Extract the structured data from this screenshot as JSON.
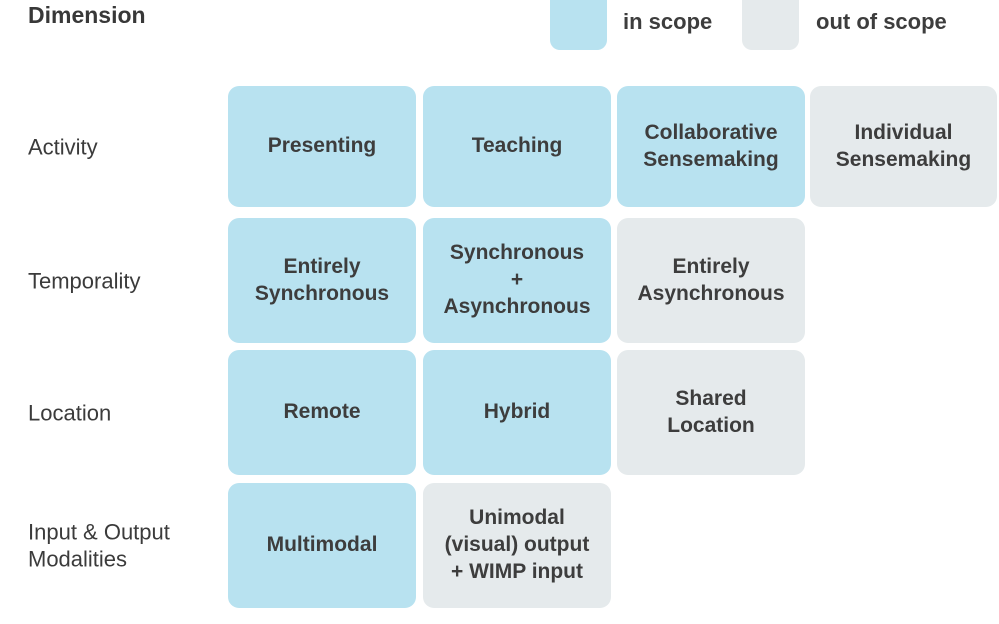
{
  "header": {
    "title": "Dimension"
  },
  "legend": {
    "in_scope": {
      "label": "in scope",
      "color": "#b8e2f0"
    },
    "out_scope": {
      "label": "out of scope",
      "color": "#e5eaec"
    }
  },
  "rows": [
    {
      "label": "Activity",
      "boxes": [
        {
          "text": "Presenting",
          "scope": "in"
        },
        {
          "text": "Teaching",
          "scope": "in"
        },
        {
          "text": "Collaborative\nSensemaking",
          "scope": "in"
        },
        {
          "text": "Individual\nSensemaking",
          "scope": "out"
        }
      ]
    },
    {
      "label": "Temporality",
      "boxes": [
        {
          "text": "Entirely\nSynchronous",
          "scope": "in"
        },
        {
          "text": "Synchronous\n+\nAsynchronous",
          "scope": "in"
        },
        {
          "text": "Entirely\nAsynchronous",
          "scope": "out"
        }
      ]
    },
    {
      "label": "Location",
      "boxes": [
        {
          "text": "Remote",
          "scope": "in"
        },
        {
          "text": "Hybrid",
          "scope": "in"
        },
        {
          "text": "Shared\nLocation",
          "scope": "out"
        }
      ]
    },
    {
      "label": "Input & Output\nModalities",
      "boxes": [
        {
          "text": "Multimodal",
          "scope": "in"
        },
        {
          "text": "Unimodal\n(visual) output\n+ WIMP input",
          "scope": "out"
        }
      ]
    }
  ]
}
